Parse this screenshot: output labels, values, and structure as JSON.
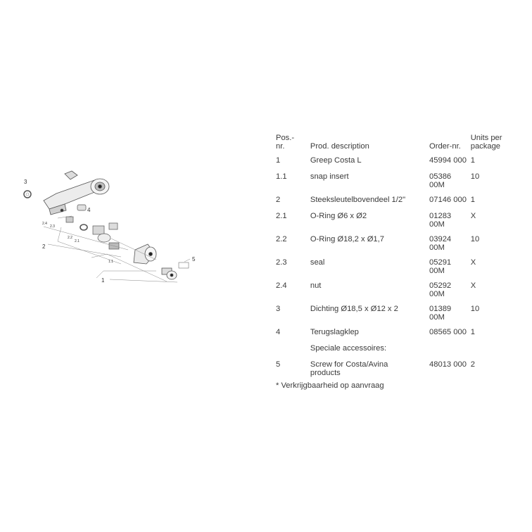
{
  "diagram": {
    "callouts": [
      "3",
      "4",
      "2",
      "1",
      "5",
      "2.4",
      "2.3",
      "2.2",
      "2.1",
      "1.1"
    ]
  },
  "table": {
    "headers": {
      "pos": "Pos.-\nnr.",
      "desc": "Prod. description",
      "order": "Order-nr.",
      "units": "Units per\npackage"
    },
    "rows": [
      {
        "pos": "1",
        "desc": "Greep Costa L",
        "order": "45994 000",
        "units": "1"
      },
      {
        "pos": "1.1",
        "desc": "snap insert",
        "order": "05386\n00M",
        "units": "10"
      },
      {
        "pos": "2",
        "desc": "Steeksleutelbovendeel 1/2\"",
        "order": "07146 000",
        "units": "1"
      },
      {
        "pos": "2.1",
        "desc": "O-Ring Ø6 x Ø2",
        "order": "01283\n00M",
        "units": "X"
      },
      {
        "pos": "2.2",
        "desc": "O-Ring Ø18,2 x Ø1,7",
        "order": "03924\n00M",
        "units": "10"
      },
      {
        "pos": "2.3",
        "desc": "seal",
        "order": "05291\n00M",
        "units": "X"
      },
      {
        "pos": "2.4",
        "desc": "nut",
        "order": "05292\n00M",
        "units": "X"
      },
      {
        "pos": "3",
        "desc": "Dichting Ø18,5 x Ø12 x 2",
        "order": "01389\n00M",
        "units": "10"
      },
      {
        "pos": "4",
        "desc": "Terugslagklep",
        "order": "08565 000",
        "units": "1"
      },
      {
        "pos": "",
        "desc": "Speciale accessoires:",
        "order": "",
        "units": ""
      },
      {
        "pos": "5",
        "desc": "Screw for Costa/Avina\nproducts",
        "order": "48013 000",
        "units": "2"
      }
    ],
    "note": "* Verkrijgbaarheid op aanvraag"
  }
}
